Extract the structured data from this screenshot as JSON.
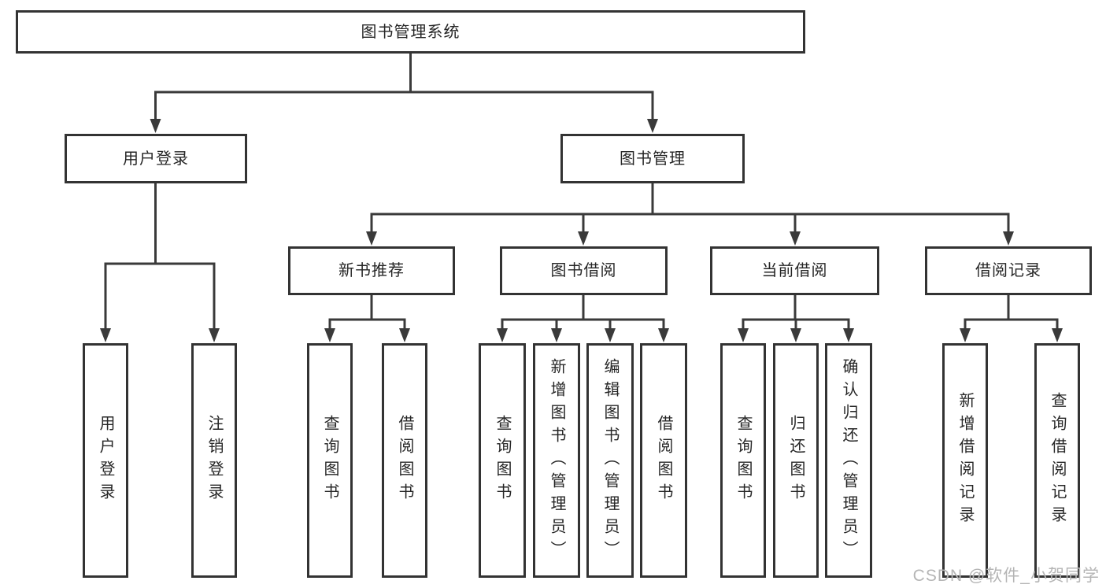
{
  "diagram_title": "图书管理系统",
  "nodes": {
    "root": "图书管理系统",
    "level2": {
      "user_login": "用户登录",
      "book_mgmt": "图书管理"
    },
    "level3": {
      "new_books": "新书推荐",
      "book_borrow": "图书借阅",
      "current_borrow": "当前借阅",
      "borrow_records": "借阅记录"
    },
    "leaves": {
      "user_login": [
        "用户登录",
        "注销登录"
      ],
      "new_books": [
        "查询图书",
        "借阅图书"
      ],
      "book_borrow": [
        "查询图书",
        "新增图书（管理员）",
        "编辑图书（管理员）",
        "借阅图书"
      ],
      "current_borrow": [
        "查询图书",
        "归还图书",
        "确认归还（管理员）"
      ],
      "borrow_records": [
        "新增借阅记录",
        "查询借阅记录"
      ]
    }
  },
  "watermark": "CSDN @软件_小贺同学",
  "colors": {
    "line": "#3a3a3a",
    "box_border": "#333333",
    "text": "#262626",
    "watermark": "#b5b5b5",
    "background": "#ffffff"
  }
}
